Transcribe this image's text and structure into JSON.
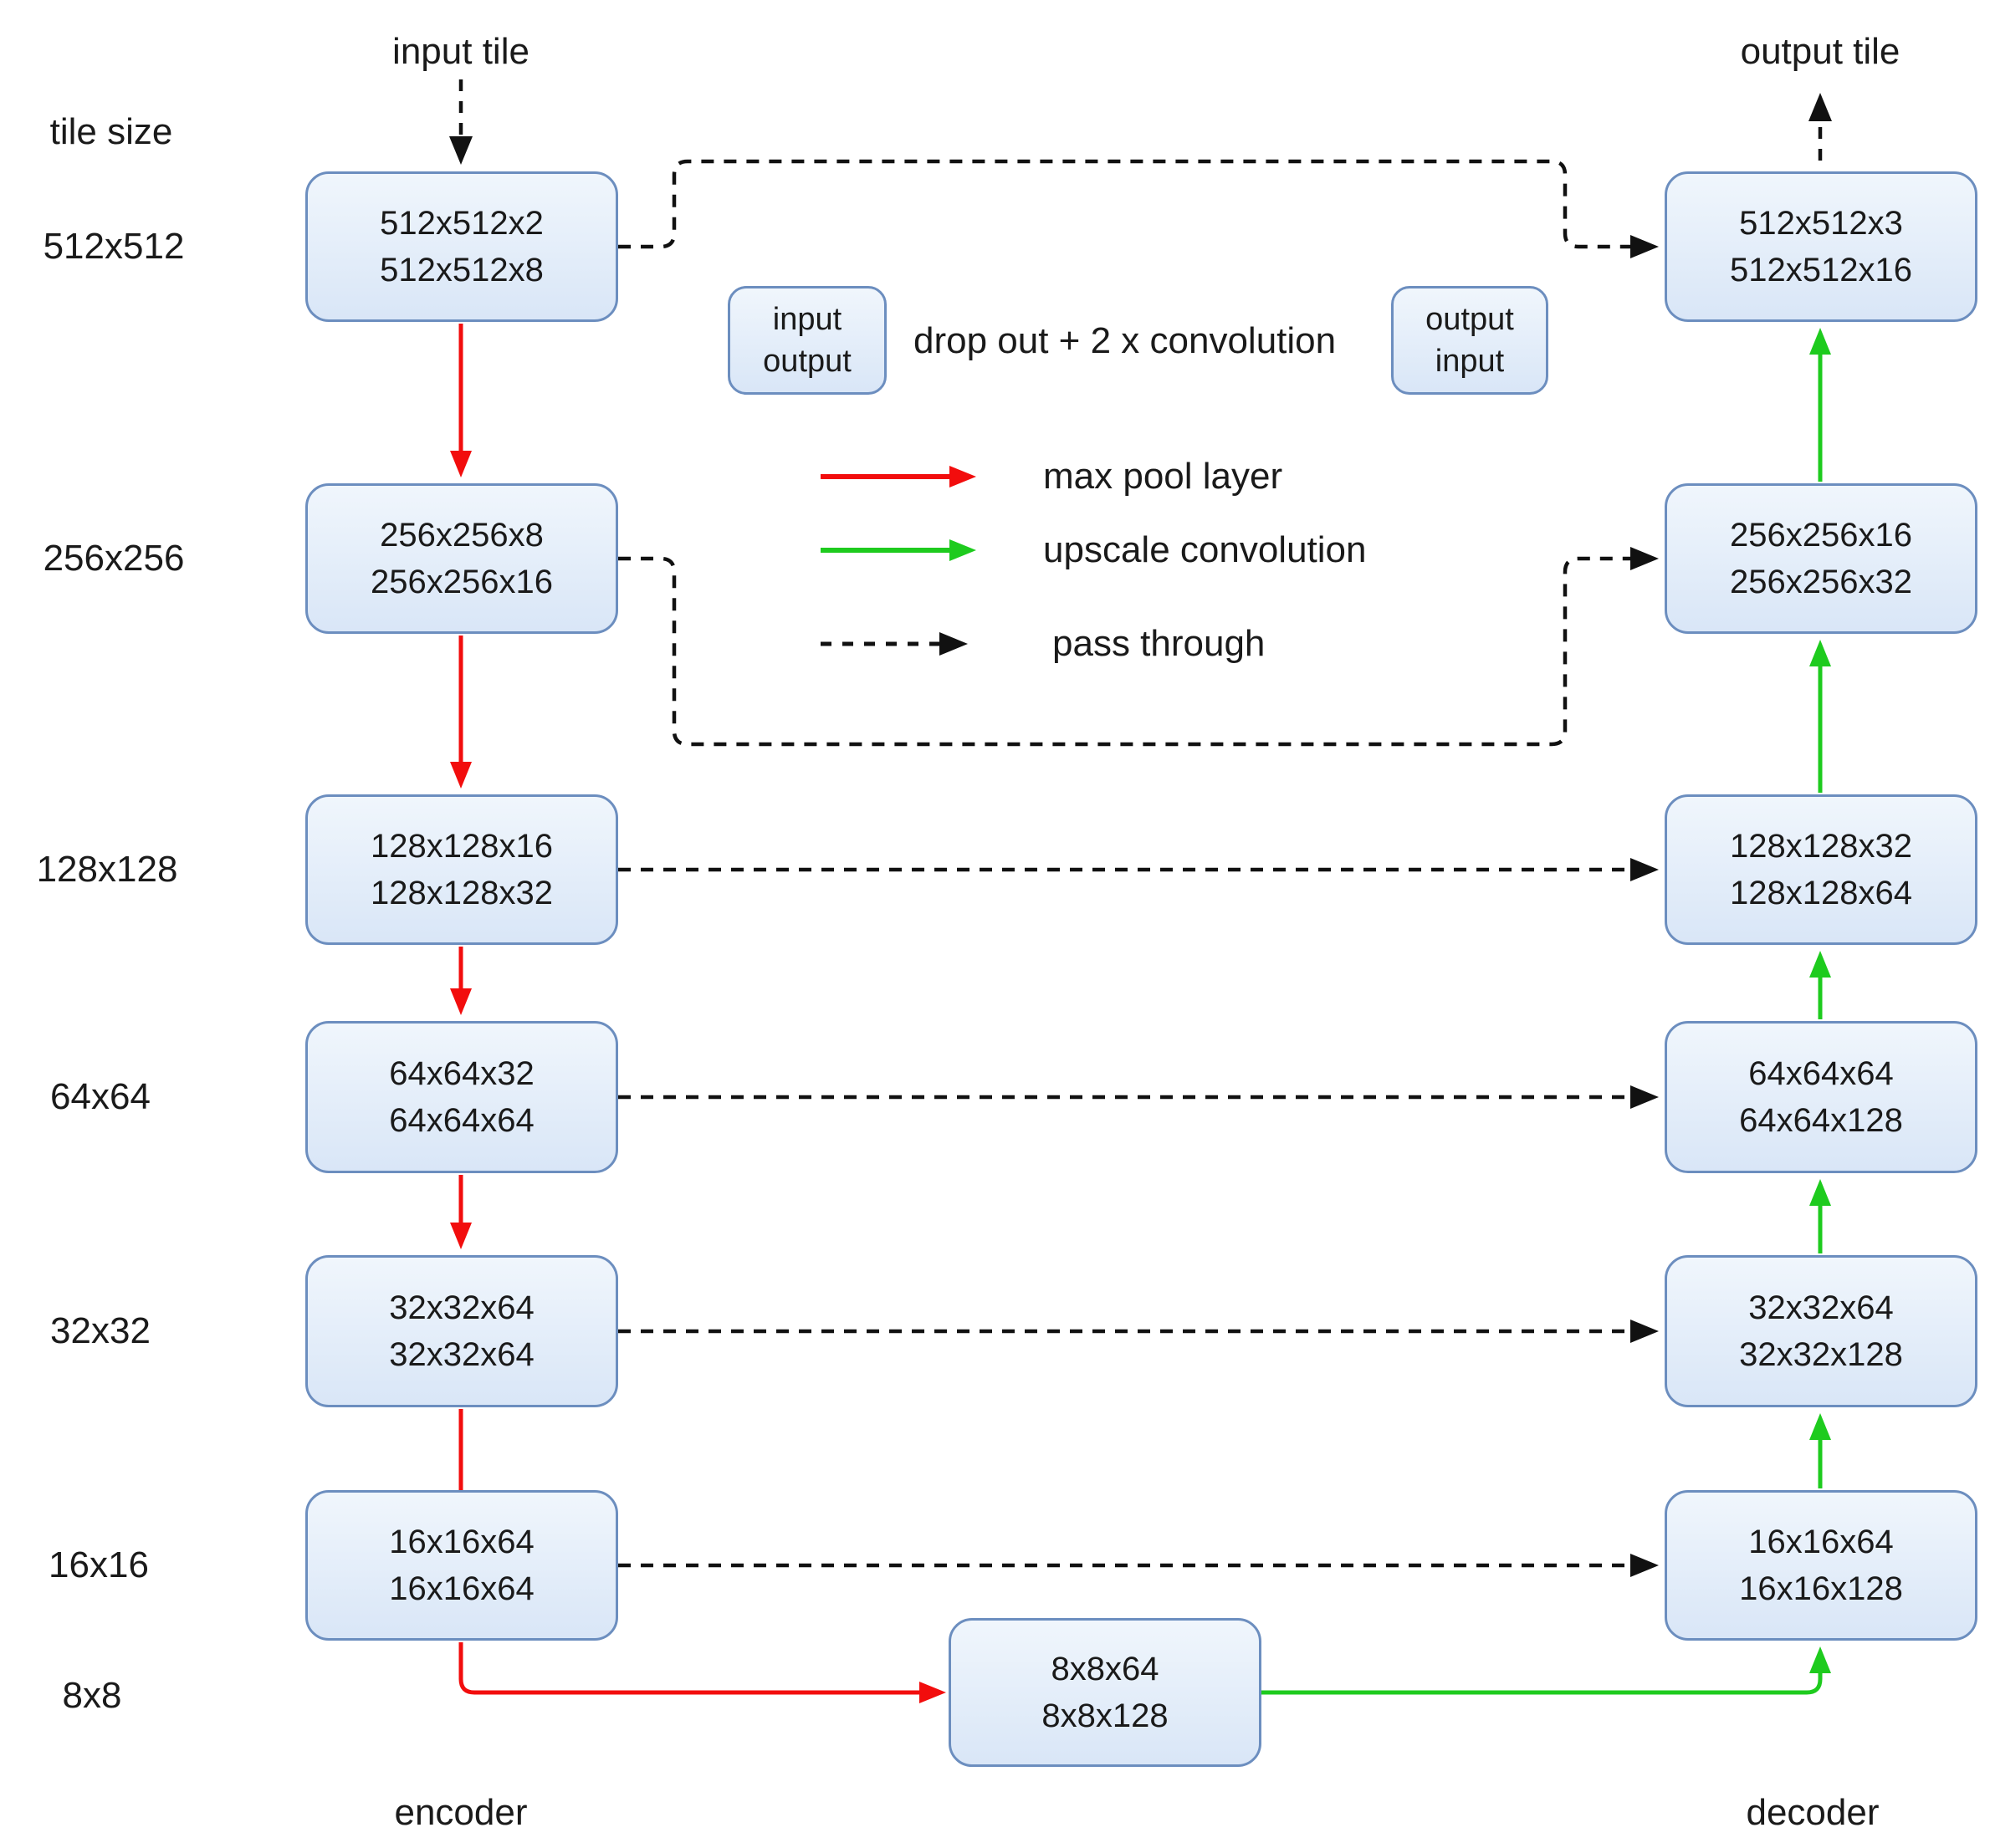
{
  "labels": {
    "tile_size": "tile size",
    "input_tile": "input tile",
    "output_tile": "output tile",
    "encoder": "encoder",
    "decoder": "decoder"
  },
  "tile_sizes": [
    "512x512",
    "256x256",
    "128x128",
    "64x64",
    "32x32",
    "16x16",
    "8x8"
  ],
  "boxes": {
    "encoder": [
      {
        "line1": "512x512x2",
        "line2": "512x512x8"
      },
      {
        "line1": "256x256x8",
        "line2": "256x256x16"
      },
      {
        "line1": "128x128x16",
        "line2": "128x128x32"
      },
      {
        "line1": "64x64x32",
        "line2": "64x64x64"
      },
      {
        "line1": "32x32x64",
        "line2": "32x32x64"
      },
      {
        "line1": "16x16x64",
        "line2": "16x16x64"
      }
    ],
    "decoder": [
      {
        "line1": "512x512x3",
        "line2": "512x512x16"
      },
      {
        "line1": "256x256x16",
        "line2": "256x256x32"
      },
      {
        "line1": "128x128x32",
        "line2": "128x128x64"
      },
      {
        "line1": "64x64x64",
        "line2": "64x64x128"
      },
      {
        "line1": "32x32x64",
        "line2": "32x32x128"
      },
      {
        "line1": "16x16x64",
        "line2": "16x16x128"
      }
    ],
    "bottleneck": {
      "line1": "8x8x64",
      "line2": "8x8x128"
    }
  },
  "legend": {
    "conv_left_box": {
      "line1": "input",
      "line2": "output"
    },
    "conv_label": "drop out + 2 x convolution",
    "conv_right_box": {
      "line1": "output",
      "line2": "input"
    },
    "items": [
      {
        "name": "max-pool",
        "label": "max pool layer",
        "style": "solid-red"
      },
      {
        "name": "upscale",
        "label": "upscale convolution",
        "style": "solid-green"
      },
      {
        "name": "pass-through",
        "label": "pass through",
        "style": "dashed-black"
      }
    ]
  },
  "colors": {
    "max_pool": "#f20d0d",
    "upscale": "#1ecb1e",
    "pass_through": "#111111",
    "box_border": "#6c8ebf",
    "box_fill_top": "#f0f6fc",
    "box_fill_bottom": "#d9e6f7",
    "text": "#1a1a1a"
  }
}
